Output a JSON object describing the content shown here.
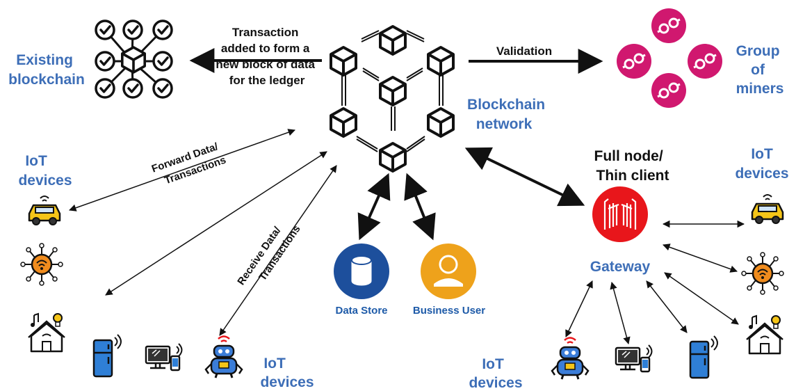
{
  "labels": {
    "existing_blockchain": [
      "Existing",
      "blockchain"
    ],
    "transaction_added": [
      "Transaction",
      "added to form a",
      "new block of data",
      "for the ledger"
    ],
    "validation": "Validation",
    "group_of_miners": [
      "Group",
      "of",
      "miners"
    ],
    "blockchain_network": [
      "Blockchain",
      "network"
    ],
    "full_node": [
      "Full node/",
      "Thin client"
    ],
    "gateway": "Gateway",
    "data_store": "Data Store",
    "business_user": "Business User",
    "forward_data": [
      "Forward Data/",
      "Transactions"
    ],
    "receive_data": [
      "Receive Data/",
      "Transactions"
    ],
    "iot_devices_top_left": [
      "IoT",
      "devices"
    ],
    "iot_devices_top_right": [
      "IoT",
      "devices"
    ],
    "iot_devices_bottom_mid": [
      "IoT",
      "devices"
    ],
    "iot_devices_bottom_right": [
      "IoT",
      "devices"
    ]
  },
  "colors": {
    "label_blue": "#3d6eb7",
    "miner_magenta": "#d0186f",
    "gateway_red": "#e8161b",
    "datastore_blue": "#1d4f9c",
    "business_orange": "#eea21b",
    "device_yellow": "#f5c518",
    "device_orange": "#f08c1e",
    "device_blue": "#2f7fd6"
  },
  "icons": {
    "blockchain_network": "cube-hexagon-icon",
    "existing_blockchain": "check-grid-icon",
    "miners": "miner-circle-icon",
    "gateway": "gate-icon",
    "data_store": "database-icon",
    "business_user": "user-icon",
    "devices": [
      "car-icon",
      "chip-icon",
      "smart-home-icon",
      "fridge-icon",
      "computer-icon",
      "robot-icon"
    ]
  }
}
